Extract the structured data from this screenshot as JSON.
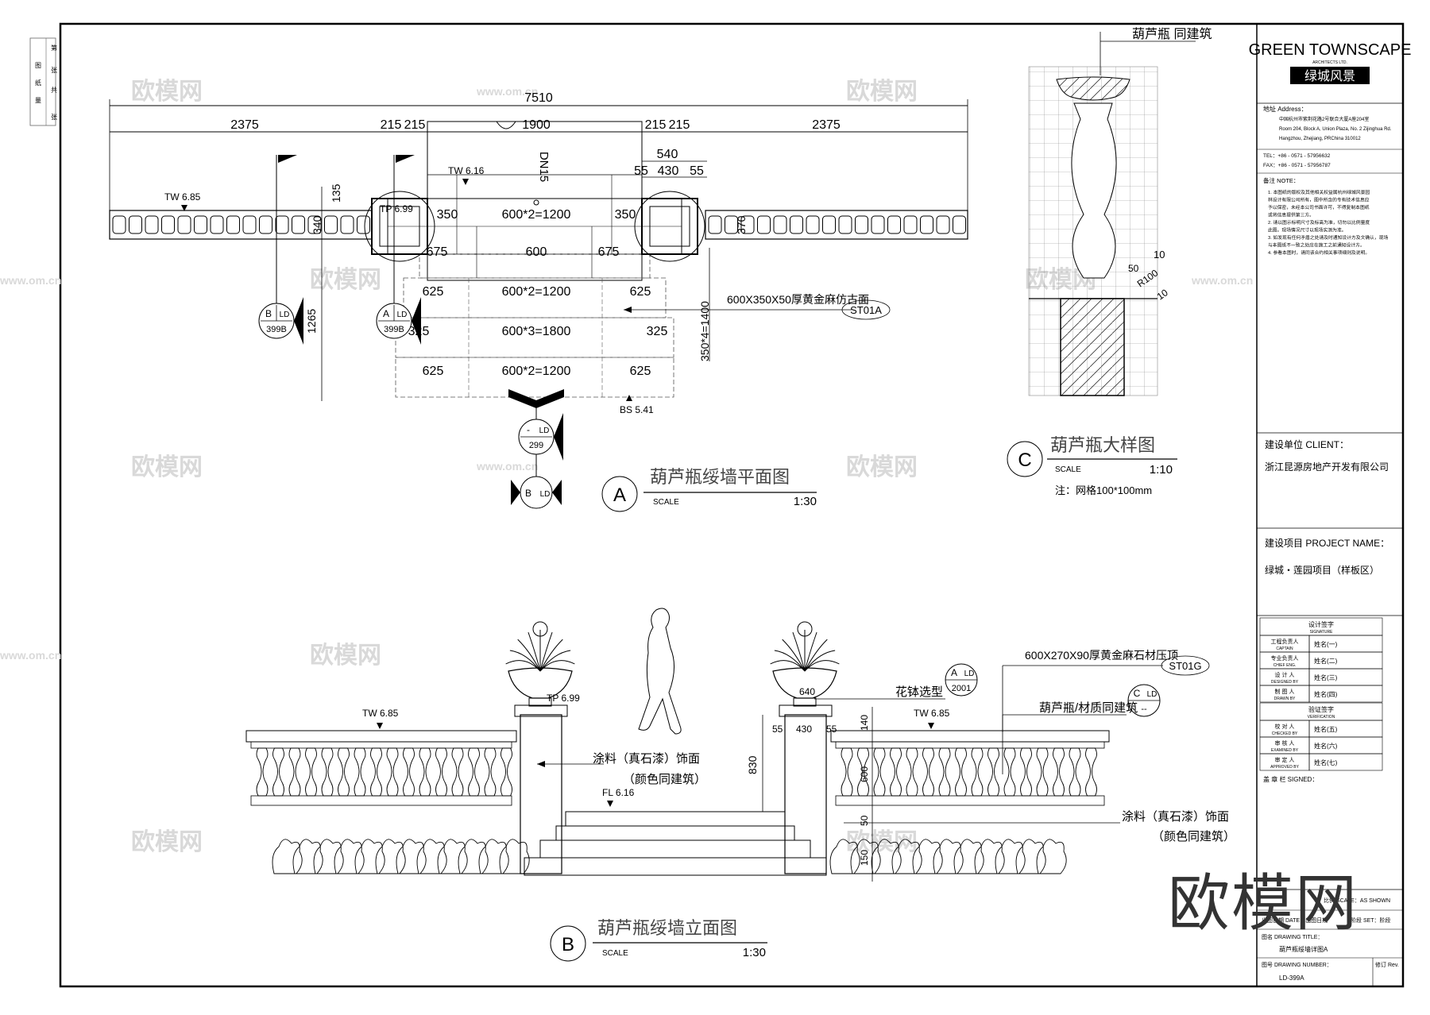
{
  "side_strip": {
    "labels": [
      "第",
      "张",
      "共",
      "张",
      "图",
      "纸",
      "量"
    ]
  },
  "watermark": {
    "text": "欧模网",
    "url": "www.om.cn",
    "big": "欧模网"
  },
  "plan": {
    "overall": "7510",
    "left_seg": "2375",
    "right_seg": "2375",
    "mid": "1900",
    "small_a": "215",
    "small_b": "215",
    "small_c": "215",
    "small_d": "215",
    "col_540": "540",
    "col_55a": "55",
    "col_430": "430",
    "col_55b": "55",
    "tw_left": "TW 6.85",
    "tw_mid": "TW 6.16",
    "tp": "TP 6.99",
    "dn": "DN15",
    "dim_135": "135",
    "dim_340": "340",
    "dim_370": "370",
    "dim_1265": "1265",
    "dim_1400": "350*4=1400",
    "row1": [
      "350",
      "600*2=1200",
      "350"
    ],
    "row2": [
      "675",
      "600",
      "675"
    ],
    "row3": [
      "625",
      "600*2=1200",
      "625"
    ],
    "row4": [
      "325",
      "600*3=1800",
      "325"
    ],
    "row5": [
      "625",
      "600*2=1200",
      "625"
    ],
    "material": "600X350X50厚黄金麻仿古面",
    "material_code": "ST01A",
    "bs": "BS 5.41",
    "sec_b": {
      "letter": "B",
      "sheet": "LD",
      "num": "399B"
    },
    "sec_a": {
      "letter": "A",
      "sheet": "LD",
      "num": "399B"
    },
    "sec_dash": {
      "letter": "-",
      "sheet": "LD",
      "num": "299"
    },
    "sec_b2": {
      "letter": "B",
      "sheet": "LD"
    },
    "title_letter": "A",
    "title": "葫芦瓶绥墙平面图",
    "scale_word": "SCALE",
    "scale": "1:30"
  },
  "detail": {
    "label": "葫芦瓶 同建筑",
    "title_letter": "C",
    "title": "葫芦瓶大样图",
    "scale_word": "SCALE",
    "scale": "1:10",
    "note": "注：网格100*100mm",
    "d10": "10",
    "d50": "50",
    "r100": "R100",
    "d10b": "10"
  },
  "elevation": {
    "tw_left": "TW 6.85",
    "tw_right": "TW 6.85",
    "tp": "TP 6.99",
    "fl": "FL 6.16",
    "flowerpot": "花钵选型",
    "flowerpot_ref": {
      "letter": "A",
      "sheet": "LD",
      "num": "2001"
    },
    "cap": "600X270X90厚黄金麻石材压顶",
    "cap_code": "ST01G",
    "baluster": "葫芦瓶/材质同建筑",
    "baluster_ref": {
      "letter": "C",
      "sheet": "LD",
      "num": "--"
    },
    "paint_left_1": "涂料（真石漆）饰面",
    "paint_left_2": "（颜色同建筑）",
    "paint_right_1": "涂料（真石漆）饰面",
    "paint_right_2": "（颜色同建筑）",
    "dim_830": "830",
    "dim_640": "640",
    "dim_55a": "55",
    "dim_430": "430",
    "dim_55b": "55",
    "dim_v1": "600",
    "dim_v2": "140",
    "dim_v3": "50",
    "dim_v4": "150",
    "title_letter": "B",
    "title": "葫芦瓶绥墙立面图",
    "scale_word": "SCALE",
    "scale": "1:30"
  },
  "titleblock": {
    "brand": "GREEN TOWNSCAPE",
    "brand_sub": "ARCHITECTS LTD.",
    "brand_cn": "绿城风景",
    "address_label": "地址 Address：",
    "address_lines": [
      "中国杭州市紫荆花路2号联合大厦A座204室",
      "Room 204, Block A, Union Plaza, No. 2 Zijinghua Rd.",
      "Hangzhou, Zhejiang, PRChina 310012"
    ],
    "tel": "TEL：+86 - 0571 - 57956632",
    "fax": "FAX：+86 - 0571 - 57956787",
    "note_label": "备注 NOTE：",
    "notes": [
      "1. 本图纸的版权及其他相关权益属杭州绿城风景园",
      "林设计有限公司所有，图中所含的专有技术信息应",
      "予以保密，未经本公司书面许可，不得复制本图纸",
      "或将信息提供第三方。",
      "2. 请以图示标明尺寸及标高为准，切勿以比例量度",
      "此图。现场情况尺寸以现场实测为准。",
      "3. 如发现有任何矛盾之处请及时通知设计方及文确认，现场",
      "与本图纸不一致之处应在施工之前通知设计方。",
      "4. 参看本图时，请同该合约相关事项细则及说明。"
    ],
    "client_label": "建设单位 CLIENT：",
    "client": "浙江昆源房地产开发有限公司",
    "project_label": "建设项目 PROJECT NAME：",
    "project": "绿城・莲园项目（样板区）",
    "sig_title": "设计签字",
    "sig_title_en": "SIGNATURE",
    "rows": [
      {
        "role": "工程负责人",
        "role_en": "CAPTAIN",
        "name": "姓名(一)"
      },
      {
        "role": "专业负责人",
        "role_en": "CHIEF ENG.",
        "name": "姓名(二)"
      },
      {
        "role": "设 计 人",
        "role_en": "DESIGNED BY",
        "name": "姓名(三)"
      },
      {
        "role": "制 图 人",
        "role_en": "DRAWN BY",
        "name": "姓名(四)"
      }
    ],
    "ver_title": "验证签字",
    "ver_title_en": "VERIFICATION",
    "ver_rows": [
      {
        "role": "校 对 人",
        "role_en": "CHECKED BY",
        "name": "姓名(五)"
      },
      {
        "role": "审 核 人",
        "role_en": "EXAMINED BY",
        "name": "姓名(六)"
      },
      {
        "role": "审 定 人",
        "role_en": "APPROVED BY",
        "name": "姓名(七)"
      }
    ],
    "signed": "盖 章 栏 SIGNED：",
    "scale_label": "比例 SCALE：AS SHOWN",
    "date_label": "出图日期 DATE：出图日期",
    "stage_label": "阶段 SET：阶段",
    "drawing_title_label": "图名 DRAWING TITLE：",
    "drawing_title": "葫芦瓶绥墙详图A",
    "drawing_no_label": "图号 DRAWING NUMBER：",
    "drawing_no": "LD-399A",
    "rev_label": "修订 Rev."
  }
}
